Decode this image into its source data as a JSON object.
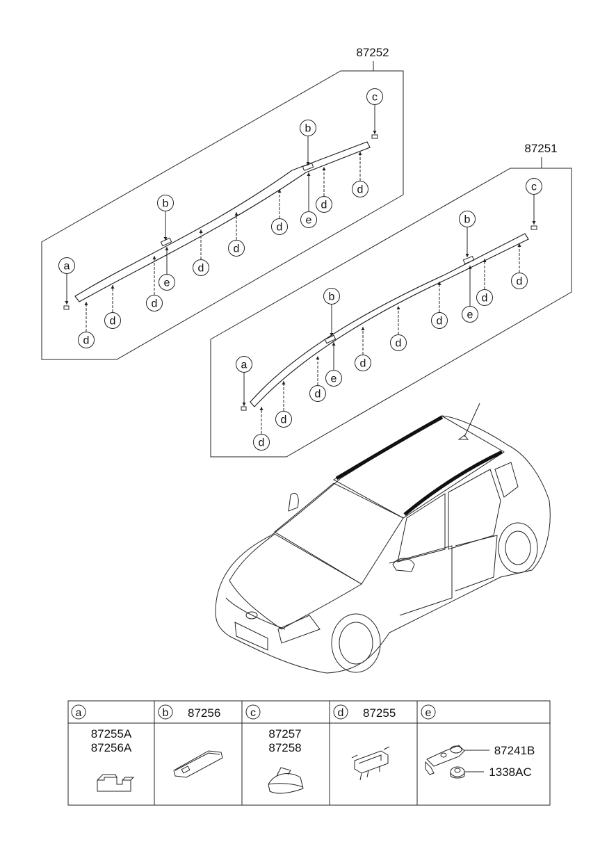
{
  "assemblies": {
    "left": {
      "part_no": "87252"
    },
    "right": {
      "part_no": "87251"
    }
  },
  "callout_letters": {
    "a": "a",
    "b": "b",
    "c": "c",
    "d": "d",
    "e": "e"
  },
  "parts_table": {
    "columns": [
      {
        "letter": "a",
        "header_part": "",
        "items": [
          "87255A",
          "87256A"
        ]
      },
      {
        "letter": "b",
        "header_part": "87256",
        "items": []
      },
      {
        "letter": "c",
        "header_part": "",
        "items": [
          "87257",
          "87258"
        ]
      },
      {
        "letter": "d",
        "header_part": "87255",
        "items": []
      },
      {
        "letter": "e",
        "header_part": "",
        "items": [
          "87241B",
          "1338AC"
        ]
      }
    ]
  }
}
